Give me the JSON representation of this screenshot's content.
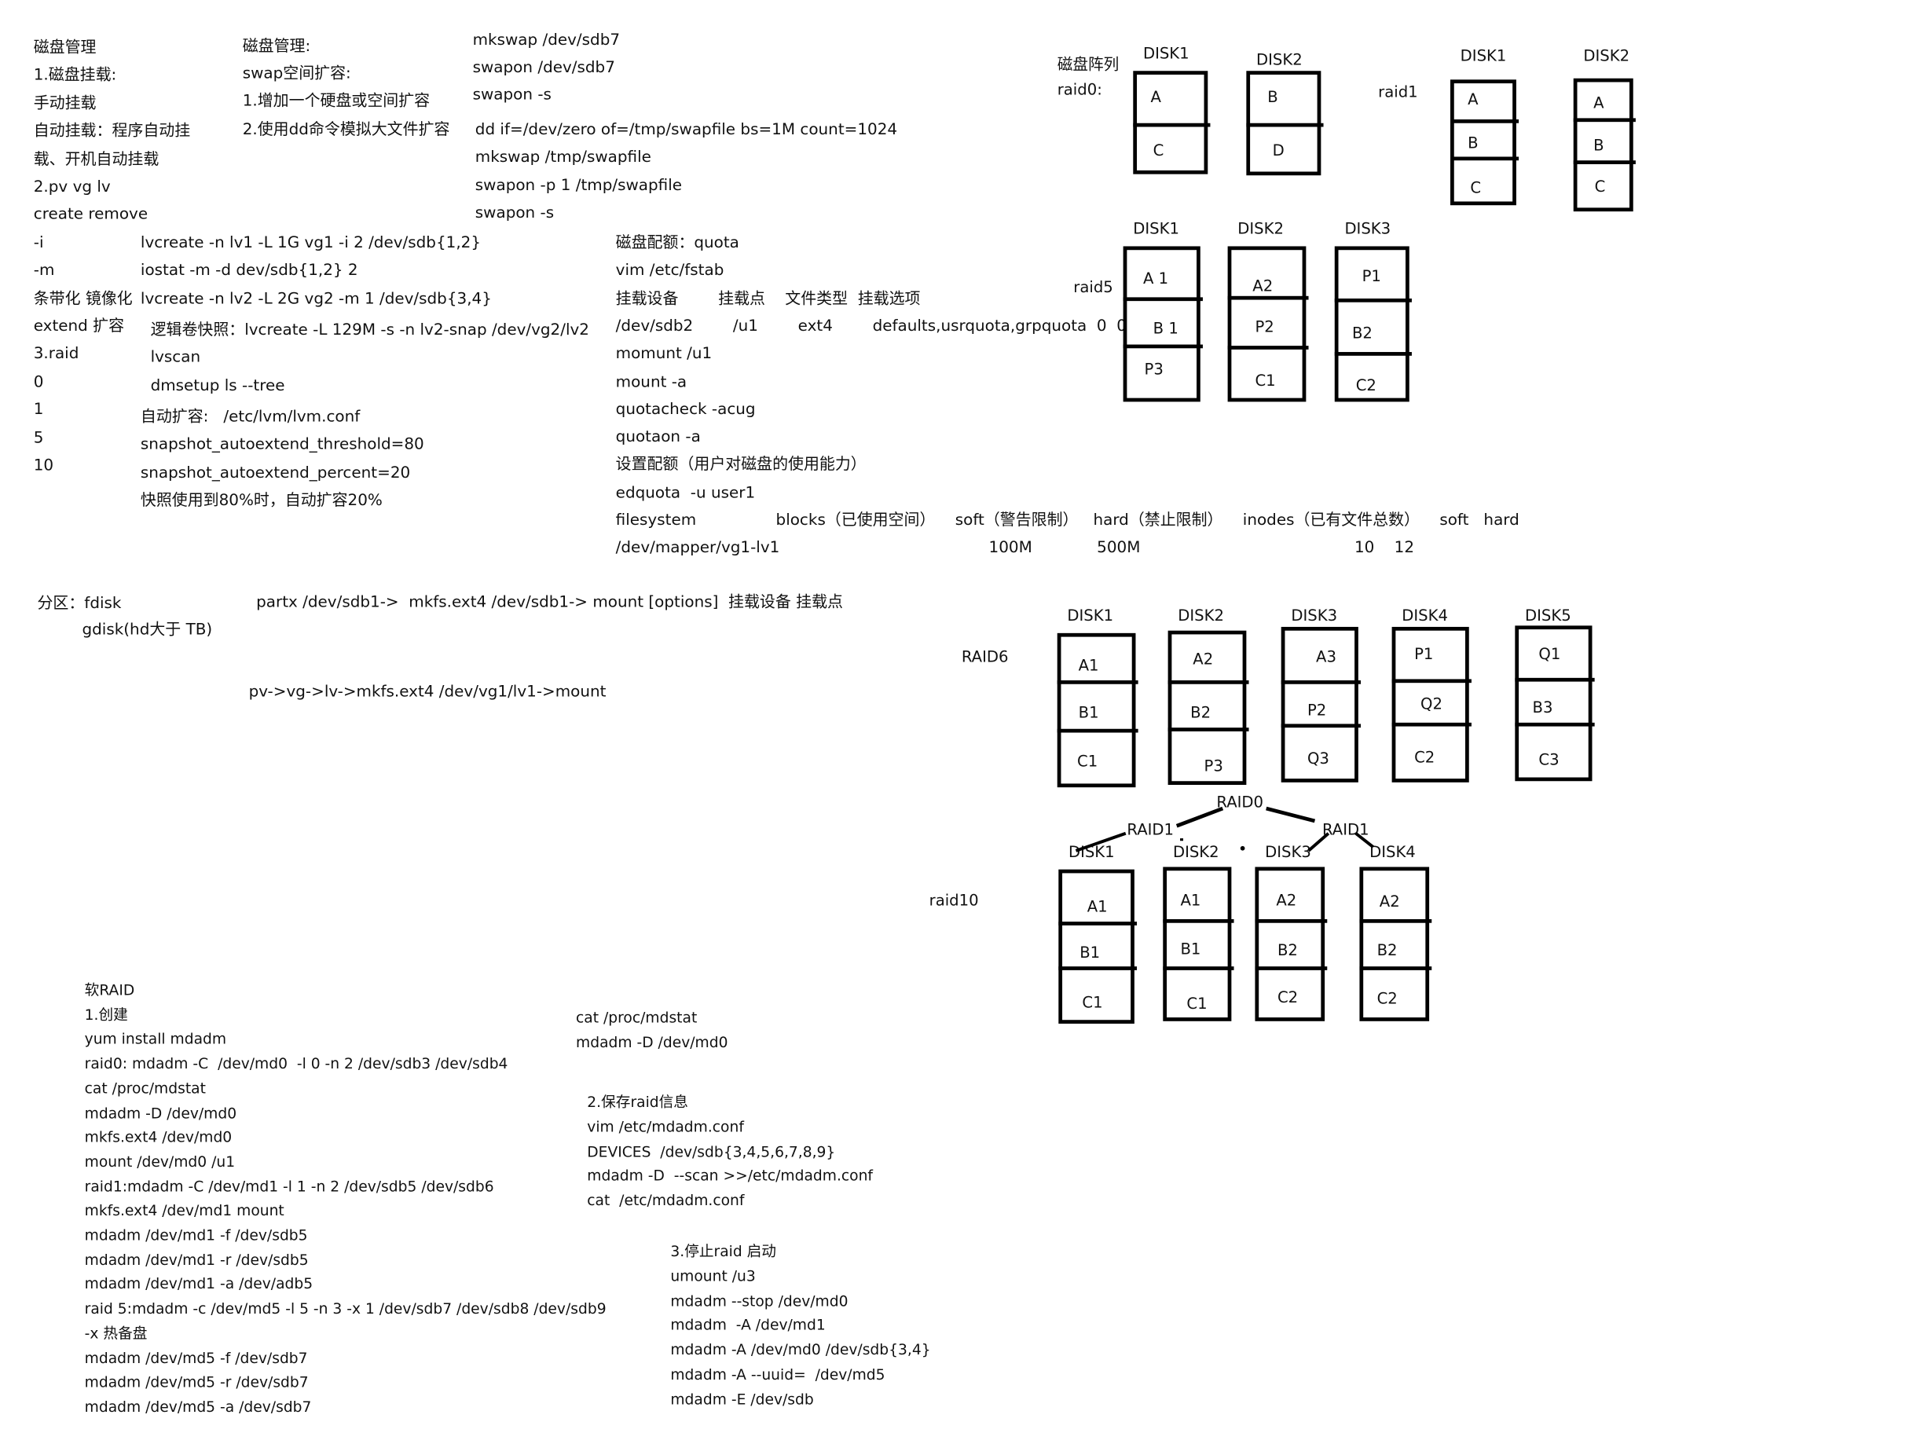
{
  "col1": [
    "磁盘管理",
    "1.磁盘挂载:",
    "手动挂载",
    "自动挂载：程序自动挂",
    "载、开机自动挂载",
    "2.pv vg lv",
    "create remove",
    "-i",
    "-m",
    "条带化 镜像化",
    "extend 扩容",
    "3.raid",
    "0",
    "1",
    "5",
    "10"
  ],
  "col2": [
    "lvcreate -n lv1 -L 1G vg1 -i 2 /dev/sdb{1,2}",
    "iostat -m -d dev/sdb{1,2} 2",
    "lvcreate -n lv2 -L 2G vg2 -m 1 /dev/sdb{3,4}"
  ],
  "snapshot": [
    "逻辑卷快照：lvcreate -L 129M -s -n lv2-snap /dev/vg2/lv2",
    "lvscan",
    "dmsetup ls --tree"
  ],
  "autoextend": [
    "自动扩容:   /etc/lvm/lvm.conf",
    "snapshot_autoextend_threshold=80",
    "snapshot_autoextend_percent=20",
    "快照使用到80%时，自动扩容20%"
  ],
  "swap": [
    "磁盘管理:",
    "swap空间扩容:",
    "1.增加一个硬盘或空间扩容",
    "2.使用dd命令模拟大文件扩容"
  ],
  "swapcmds1": [
    "mkswap /dev/sdb7",
    "swapon /dev/sdb7",
    "swapon -s"
  ],
  "swapcmds2": [
    "dd if=/dev/zero of=/tmp/swapfile bs=1M count=1024",
    "mkswap /tmp/swapfile",
    "swapon -p 1 /tmp/swapfile",
    "swapon -s"
  ],
  "quota": [
    "磁盘配额：quota",
    "vim /etc/fstab",
    "挂载设备        挂载点    文件类型  挂载选项",
    "/dev/sdb2        /u1        ext4        defaults,usrquota,grpquota  0  0",
    "momunt /u1",
    "mount -a",
    "quotacheck -acug",
    "quotaon -a",
    "设置配额（用户对磁盘的使用能力）",
    "edquota  -u user1",
    "filesystem                blocks（已使用空间）    soft（警告限制）   hard（禁止限制）    inodes（已有文件总数）    soft   hard",
    "/dev/mapper/vg1-lv1                                          100M             500M                                           10    12"
  ],
  "partition": [
    "分区：fdisk",
    "gdisk(hd大于 TB)"
  ],
  "partx": "partx /dev/sdb1->  mkfs.ext4 /dev/sdb1-> mount [options]  挂载设备 挂载点",
  "pvflow": "pv->vg->lv->mkfs.ext4 /dev/vg1/lv1->mount",
  "softraid": [
    "软RAID",
    "1.创建",
    "yum install mdadm",
    "raid0: mdadm -C  /dev/md0  -l 0 -n 2 /dev/sdb3 /dev/sdb4",
    "cat /proc/mdstat",
    "mdadm -D /dev/md0",
    "mkfs.ext4 /dev/md0",
    "mount /dev/md0 /u1",
    "raid1:mdadm -C /dev/md1 -l 1 -n 2 /dev/sdb5 /dev/sdb6",
    "mkfs.ext4 /dev/md1 mount",
    "mdadm /dev/md1 -f /dev/sdb5",
    "mdadm /dev/md1 -r /dev/sdb5",
    "mdadm /dev/md1 -a /dev/adb5",
    "raid 5:mdadm -c /dev/md5 -l 5 -n 3 -x 1 /dev/sdb7 /dev/sdb8 /dev/sdb9",
    "-x 热备盘",
    "mdadm /dev/md5 -f /dev/sdb7",
    "mdadm /dev/md5 -r /dev/sdb7",
    "mdadm /dev/md5 -a /dev/sdb7"
  ],
  "mdstat": [
    "cat /proc/mdstat",
    "mdadm -D /dev/md0"
  ],
  "saveraid": [
    "2.保存raid信息",
    "vim /etc/mdadm.conf",
    "DEVICES  /dev/sdb{3,4,5,6,7,8,9}",
    "mdadm -D  --scan >>/etc/mdadm.conf",
    "cat  /etc/mdadm.conf"
  ],
  "stopraid": [
    "3.停止raid 启动",
    "umount /u3",
    "mdadm --stop /dev/md0",
    "mdadm  -A /dev/md1",
    "mdadm -A /dev/md0 /dev/sdb{3,4}",
    "mdadm -A --uuid=  /dev/md5",
    "mdadm -E /dev/sdb"
  ],
  "diagrams": {
    "raid0": {
      "caption1": "磁盘阵列",
      "caption2": "raid0:",
      "disks": [
        {
          "name": "DISK1",
          "cells": [
            "A",
            "C"
          ]
        },
        {
          "name": "DISK2",
          "cells": [
            "B",
            "D"
          ]
        }
      ]
    },
    "raid1": {
      "caption": "raid1",
      "disks": [
        {
          "name": "DISK1",
          "cells": [
            "A",
            "B",
            "C"
          ]
        },
        {
          "name": "DISK2",
          "cells": [
            "A",
            "B",
            "C"
          ]
        }
      ]
    },
    "raid5": {
      "caption": "raid5",
      "disks": [
        {
          "name": "DISK1",
          "cells": [
            "A 1",
            "B 1",
            "P3"
          ]
        },
        {
          "name": "DISK2",
          "cells": [
            "A2",
            "P2",
            "C1"
          ]
        },
        {
          "name": "DISK3",
          "cells": [
            "P1",
            "B2",
            "C2"
          ]
        }
      ]
    },
    "raid6": {
      "caption": "RAID6",
      "disks": [
        {
          "name": "DISK1",
          "cells": [
            "A1",
            "B1",
            "C1"
          ]
        },
        {
          "name": "DISK2",
          "cells": [
            "A2",
            "B2",
            "P3"
          ]
        },
        {
          "name": "DISK3",
          "cells": [
            "A3",
            "P2",
            "Q3"
          ]
        },
        {
          "name": "DISK4",
          "cells": [
            "P1",
            "Q2",
            "C2"
          ]
        },
        {
          "name": "DISK5",
          "cells": [
            "Q1",
            "B3",
            "C3"
          ]
        }
      ]
    },
    "raid10": {
      "caption": "raid10",
      "top": "RAID0",
      "left": "RAID1",
      "right": "RAID1",
      "disks": [
        {
          "name": "DISK1",
          "cells": [
            "A1",
            "B1",
            "C1"
          ]
        },
        {
          "name": "DISK2",
          "cells": [
            "A1",
            "B1",
            "C1"
          ]
        },
        {
          "name": "DISK3",
          "cells": [
            "A2",
            "B2",
            "C2"
          ]
        },
        {
          "name": "DISK4",
          "cells": [
            "A2",
            "B2",
            "C2"
          ]
        }
      ]
    }
  }
}
